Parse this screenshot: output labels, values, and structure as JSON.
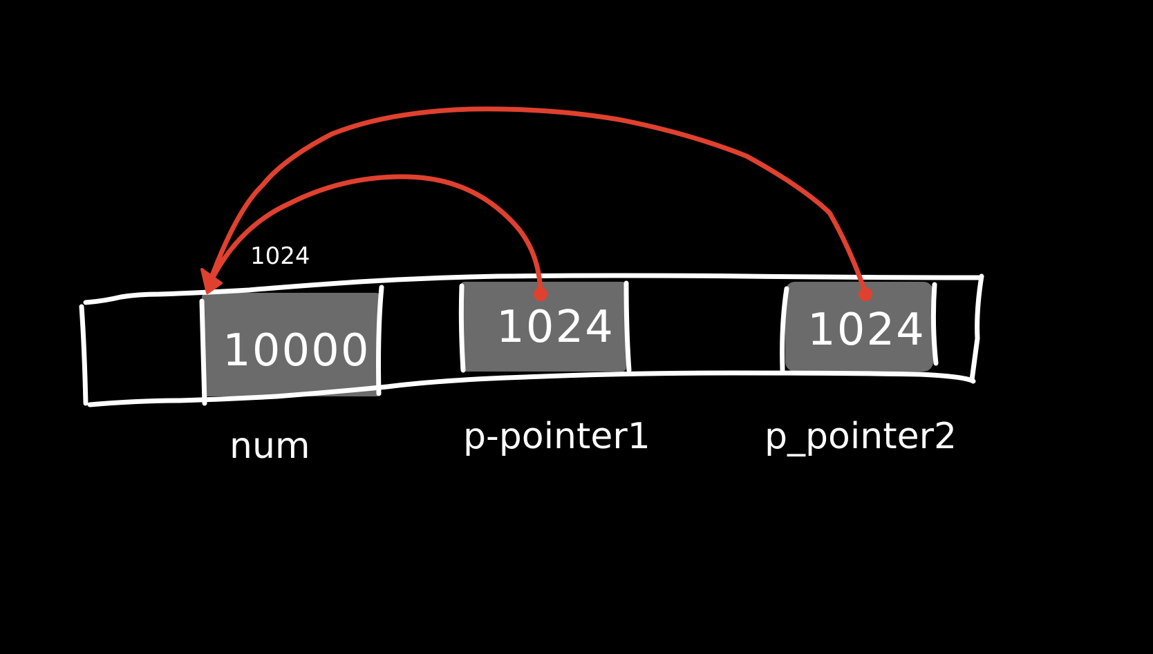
{
  "diagram": {
    "colors": {
      "background": "#000000",
      "lines": "#ffffff",
      "cell_fill": "#6b6b6b",
      "pointer_arrows": "#e0412f"
    },
    "address_label": "1024",
    "cells": [
      {
        "id": "num",
        "value": "10000",
        "name": "num"
      },
      {
        "id": "p_pointer1",
        "value": "1024",
        "name": "p-pointer1"
      },
      {
        "id": "p_pointer2",
        "value": "1024",
        "name": "p_pointer2"
      }
    ],
    "pointers": [
      {
        "from": "p-pointer1",
        "to": "num"
      },
      {
        "from": "p_pointer2",
        "to": "num"
      }
    ]
  }
}
